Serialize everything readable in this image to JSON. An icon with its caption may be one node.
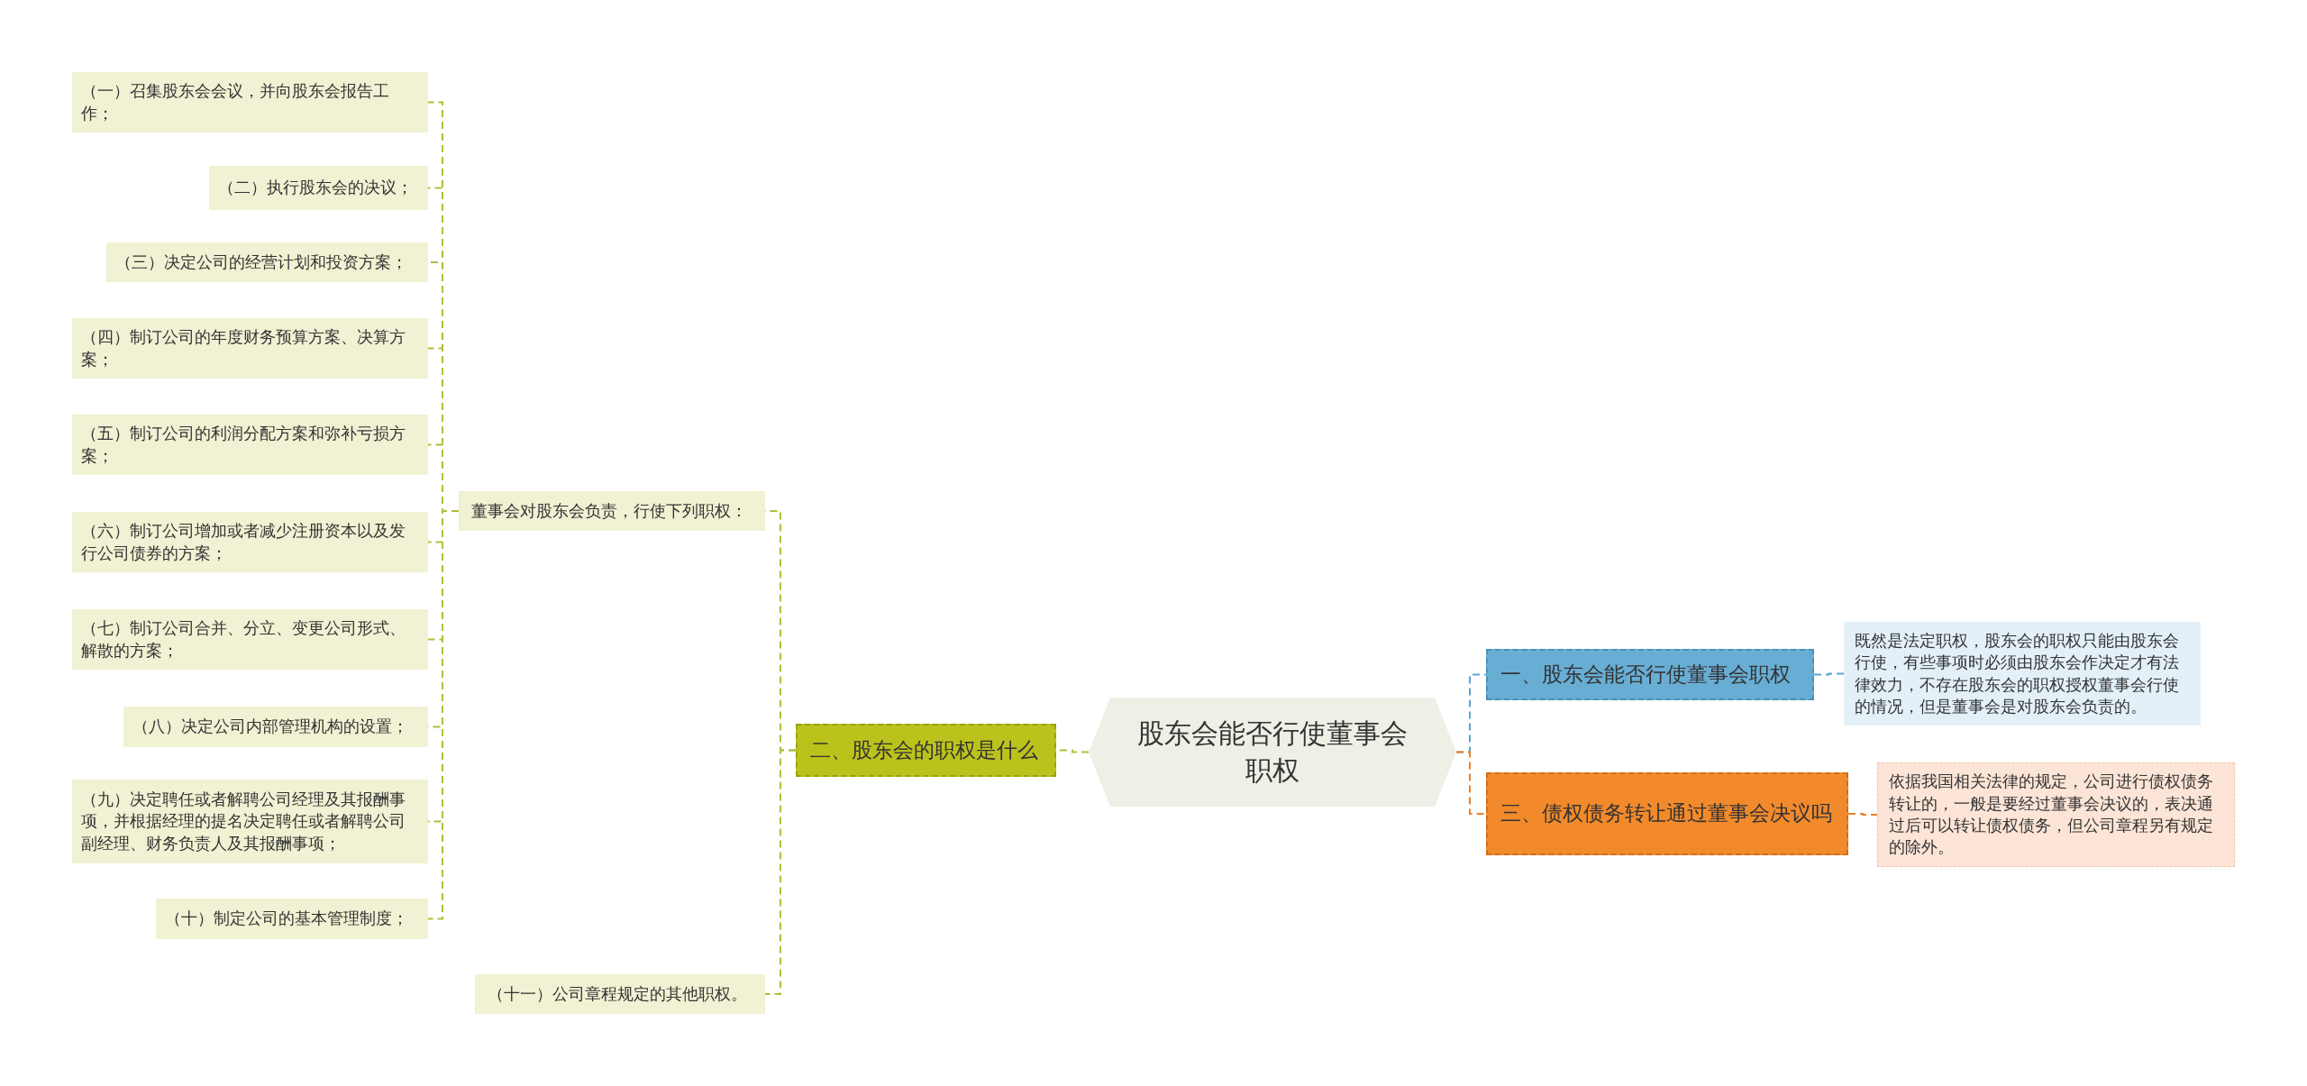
{
  "diagram": {
    "nodes": [
      {
        "text": [
          "股东会能否行使董事会职权"
        ]
      },
      {
        "text": [
          "二、股东会的职权是什么"
        ]
      },
      {
        "text": [
          "董事会对股东会负责，行使下列职权："
        ]
      },
      {
        "text": [
          "（一）召集股东会会议，并向股东会报告工作；"
        ]
      },
      {
        "text": [
          "（二）执行股东会的决议；"
        ]
      },
      {
        "text": [
          "（三）决定公司的经营计划和投资方案；"
        ]
      },
      {
        "text": [
          "（四）制订公司的年度财务预算方案、决算方案；"
        ]
      },
      {
        "text": [
          "（五）制订公司的利润分配方案和弥补亏损方案；"
        ]
      },
      {
        "text": [
          "（六）制订公司增加或者减少注册资本以及发行公司债券的方案；"
        ]
      },
      {
        "text": [
          "（七）制订公司合并、分立、变更公司形式、解散的方案；"
        ]
      },
      {
        "text": [
          "（八）决定公司内部管理机构的设置；"
        ]
      },
      {
        "text": [
          "（九）决定聘任或者解聘公司经理及其报酬事项，并根据经理的提名决定聘任或者解聘公司副经理、财务负责人及其报酬事项；"
        ]
      },
      {
        "text": [
          "（十）制定公司的基本管理制度；"
        ]
      },
      {
        "text": [
          "（十一）公司章程规定的其他职权。"
        ]
      },
      {
        "text": [
          "一、股东会能否行使董事会职权"
        ]
      },
      {
        "text": [
          "既然是法定职权，股东会的职权只能由股东会行使，有些事项时必须由股东会作决定才有法律效力，不存在股东会的职权授权董事会行使的情况，但是董事会是对股东会负责的。"
        ]
      },
      {
        "text": [
          "三、债权债务转让通过董事会决议吗"
        ]
      },
      {
        "text": [
          "依据我国相关法律的规定，公司进行债权债务转让的，一般是要经过董事会决议的，表决通过后可以转让债权债务，但公司章程另有规定的除外。"
        ]
      }
    ],
    "edges": [
      {
        "from": 0,
        "to": 1,
        "arrow": "none",
        "style": "dashed"
      },
      {
        "from": 1,
        "to": 2,
        "arrow": "none",
        "style": "dashed"
      },
      {
        "from": 2,
        "to": 3,
        "arrow": "none",
        "style": "dashed"
      },
      {
        "from": 2,
        "to": 4,
        "arrow": "none",
        "style": "dashed"
      },
      {
        "from": 2,
        "to": 5,
        "arrow": "none",
        "style": "dashed"
      },
      {
        "from": 2,
        "to": 6,
        "arrow": "none",
        "style": "dashed"
      },
      {
        "from": 2,
        "to": 7,
        "arrow": "none",
        "style": "dashed"
      },
      {
        "from": 2,
        "to": 8,
        "arrow": "none",
        "style": "dashed"
      },
      {
        "from": 2,
        "to": 9,
        "arrow": "none",
        "style": "dashed"
      },
      {
        "from": 2,
        "to": 10,
        "arrow": "none",
        "style": "dashed"
      },
      {
        "from": 2,
        "to": 11,
        "arrow": "none",
        "style": "dashed"
      },
      {
        "from": 2,
        "to": 12,
        "arrow": "none",
        "style": "dashed"
      },
      {
        "from": 1,
        "to": 13,
        "arrow": "none",
        "style": "dashed"
      },
      {
        "from": 0,
        "to": 14,
        "arrow": "none",
        "style": "dashed",
        "color": "#5ba4cf"
      },
      {
        "from": 14,
        "to": 15,
        "arrow": "none",
        "style": "dashed",
        "color": "#5ba4cf"
      },
      {
        "from": 0,
        "to": 16,
        "arrow": "none",
        "style": "dashed",
        "color": "#e8822e"
      },
      {
        "from": 16,
        "to": 17,
        "arrow": "none",
        "style": "dashed",
        "color": "#e8822e"
      }
    ]
  }
}
